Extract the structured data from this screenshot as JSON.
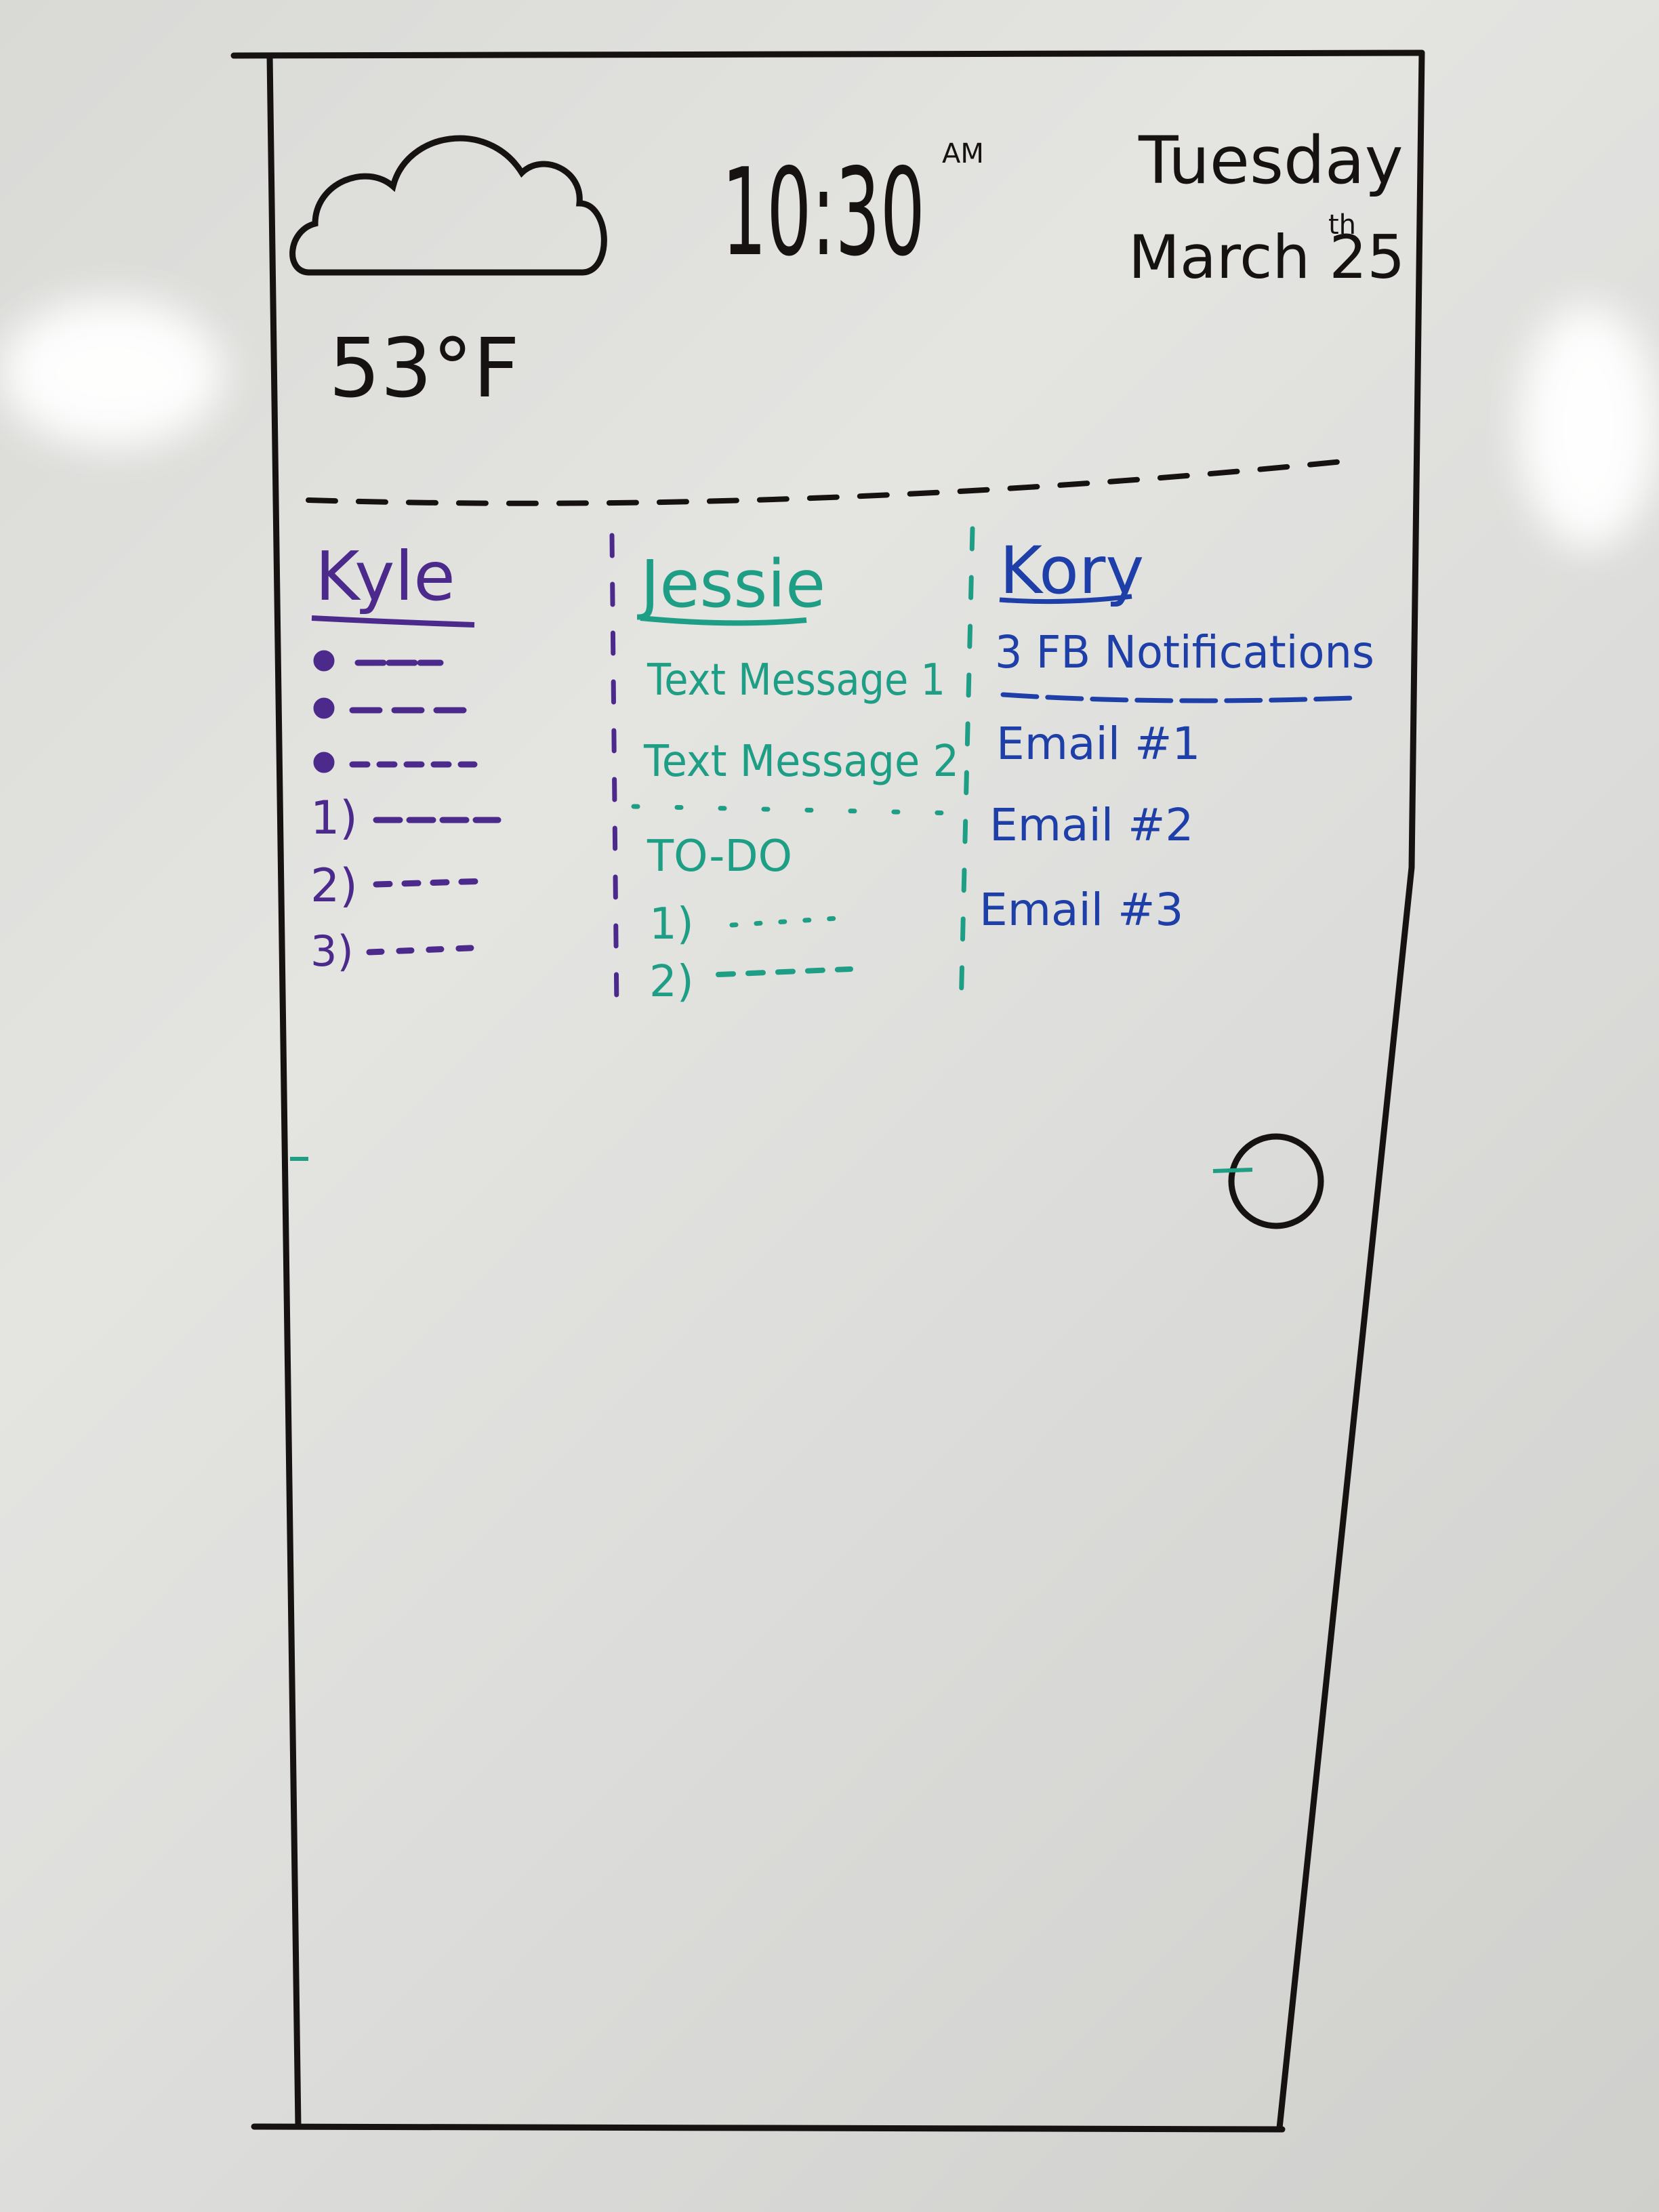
{
  "weather": {
    "icon": "cloud-icon",
    "temperature": "53°F"
  },
  "clock": {
    "time": "10:30",
    "ampm": "AM"
  },
  "date": {
    "weekday": "Tuesday",
    "month_day": "March 25",
    "suffix": "th"
  },
  "columns": [
    {
      "name": "Kyle",
      "color": "#4b2a8c",
      "bullets": 3,
      "numbered": [
        "1)",
        "2)",
        "3)"
      ]
    },
    {
      "name": "Jessie",
      "color": "#1f9e86",
      "items": [
        "Text Message 1",
        "Text Message 2"
      ],
      "todo_title": "TO-DO",
      "todo": [
        "1)",
        "2)"
      ]
    },
    {
      "name": "Kory",
      "color": "#1f3fa8",
      "notifications": "3 FB Notifications",
      "emails": [
        "Email #1",
        "Email #2",
        "Email #3"
      ]
    }
  ],
  "colors": {
    "marker_black": "#161212",
    "kyle": "#4b2a8c",
    "jessie": "#1f9e86",
    "kory": "#1f3fa8"
  },
  "home_button": "circle-button"
}
